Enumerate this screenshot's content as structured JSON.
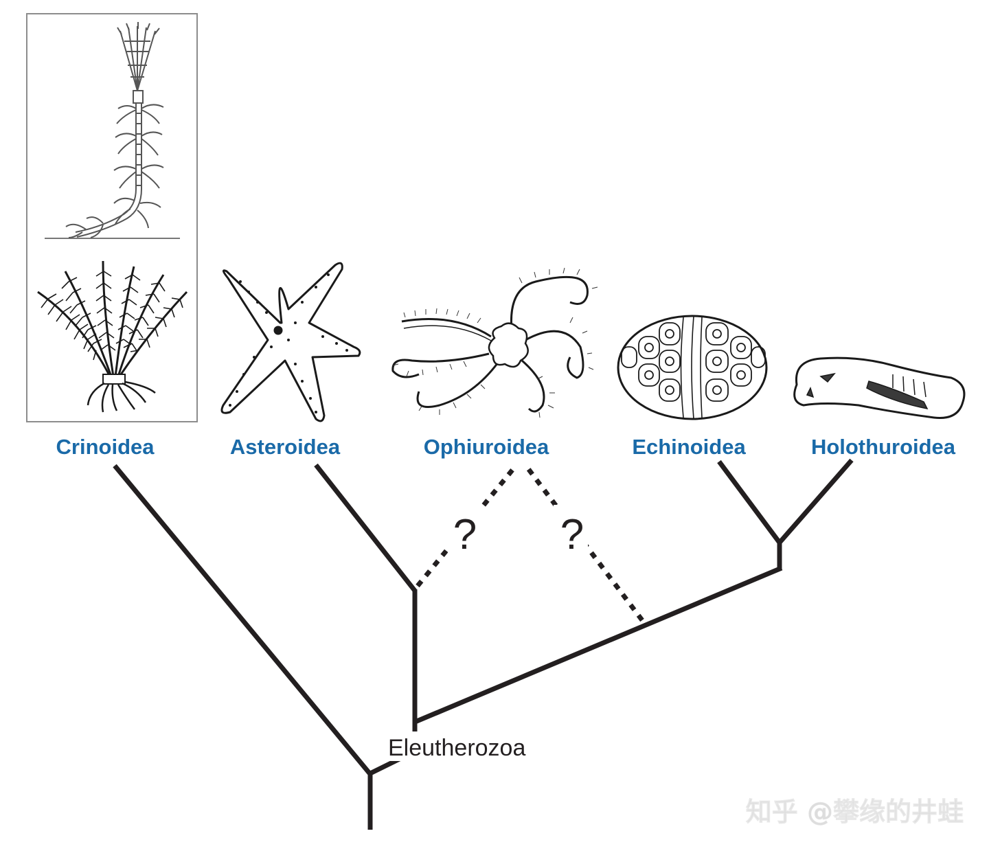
{
  "taxa": [
    {
      "label": "Crinoidea"
    },
    {
      "label": "Asteroidea"
    },
    {
      "label": "Ophiuroidea"
    },
    {
      "label": "Echinoidea"
    },
    {
      "label": "Holothuroidea"
    }
  ],
  "clade_label": "Eleutherozoa",
  "uncertain_marks": [
    "?",
    "?"
  ],
  "watermark": "知乎 @攀缘的井蛙",
  "colors": {
    "taxon_label": "#1a6aa8",
    "branch": "#231f20",
    "frame": "#8c8c8c",
    "watermark": "#dddddd"
  },
  "icons": [
    "crinoid-stalked-icon",
    "crinoid-feather-star-icon",
    "sea-star-icon",
    "brittle-star-icon",
    "sea-urchin-icon",
    "sea-cucumber-icon"
  ]
}
